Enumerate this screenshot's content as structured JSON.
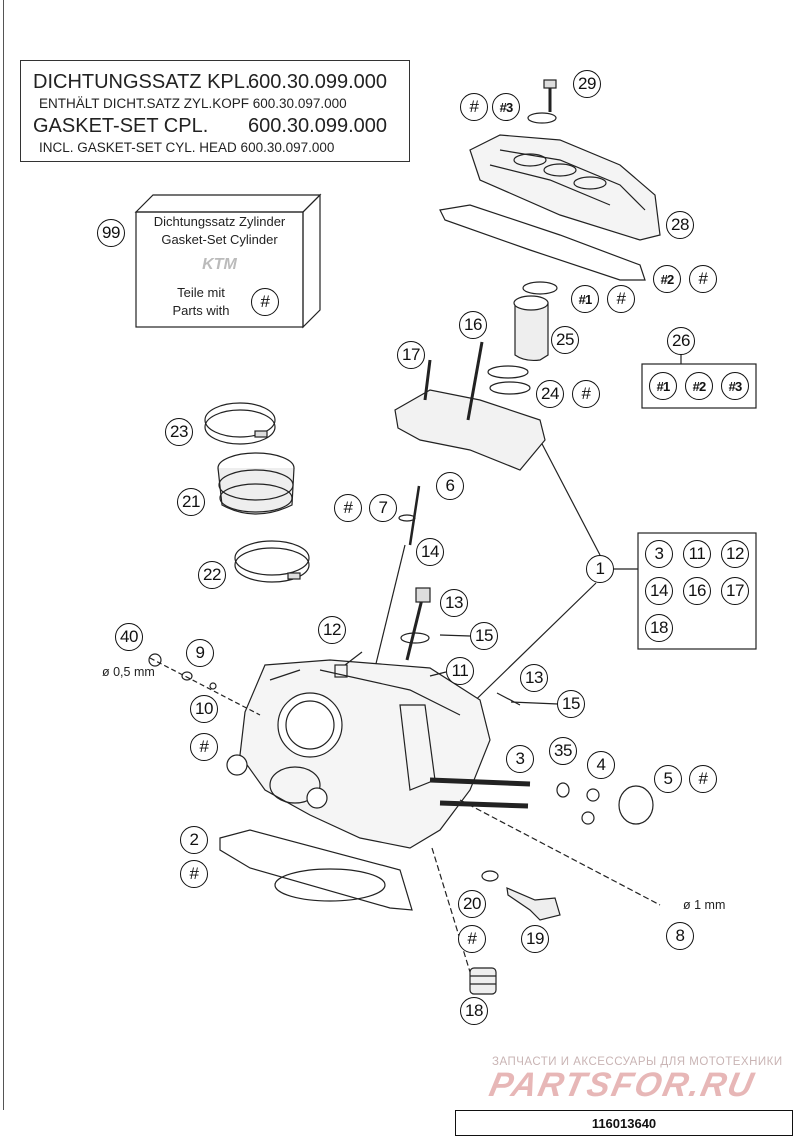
{
  "gasket_set": {
    "line1_label": "DICHTUNGSSATZ KPL.",
    "line1_number": "600.30.099.000",
    "line2": "ENTHÄLT DICHT.SATZ ZYL.KOPF 600.30.097.000",
    "line3_label": "GASKET-SET CPL.",
    "line3_number": "600.30.099.000",
    "line4": "INCL. GASKET-SET CYL. HEAD 600.30.097.000"
  },
  "cylinder_kit": {
    "callout": "99",
    "line1": "Dichtungssatz Zylinder",
    "line2": "Gasket-Set Cylinder",
    "logo": "KTM",
    "line3": "Teile mit",
    "line4": "Parts with",
    "marker": "#"
  },
  "group_26": {
    "callout": "26",
    "items": [
      "#1",
      "#2",
      "#3"
    ]
  },
  "group_1": {
    "callout": "1",
    "items": [
      "3",
      "11",
      "12",
      "14",
      "16",
      "17",
      "18"
    ]
  },
  "callouts": {
    "c29": "29",
    "c28": "28",
    "c25": "25",
    "c24": "24",
    "c16": "16",
    "c17": "17",
    "c23": "23",
    "c21": "21",
    "c22": "22",
    "c6": "6",
    "c7": "7",
    "c14": "14",
    "c13a": "13",
    "c13b": "13",
    "c15a": "15",
    "c15b": "15",
    "c12": "12",
    "c11": "11",
    "c40": "40",
    "c9": "9",
    "c10": "10",
    "c3": "3",
    "c35": "35",
    "c4": "4",
    "c5": "5",
    "c2": "2",
    "c20": "20",
    "c19": "19",
    "c8": "8",
    "c18": "18",
    "m_hash": "#",
    "m_hash1": "#1",
    "m_hash2": "#2",
    "m_hash3": "#3"
  },
  "notes": {
    "n40": "ø 0,5 mm",
    "n8": "ø 1 mm"
  },
  "watermark": {
    "subtitle": "ЗАПЧАСТИ И АКСЕССУАРЫ ДЛЯ МОТОТЕХНИКИ",
    "logo": "PARTSFOR.RU"
  },
  "document_number": "116013640"
}
